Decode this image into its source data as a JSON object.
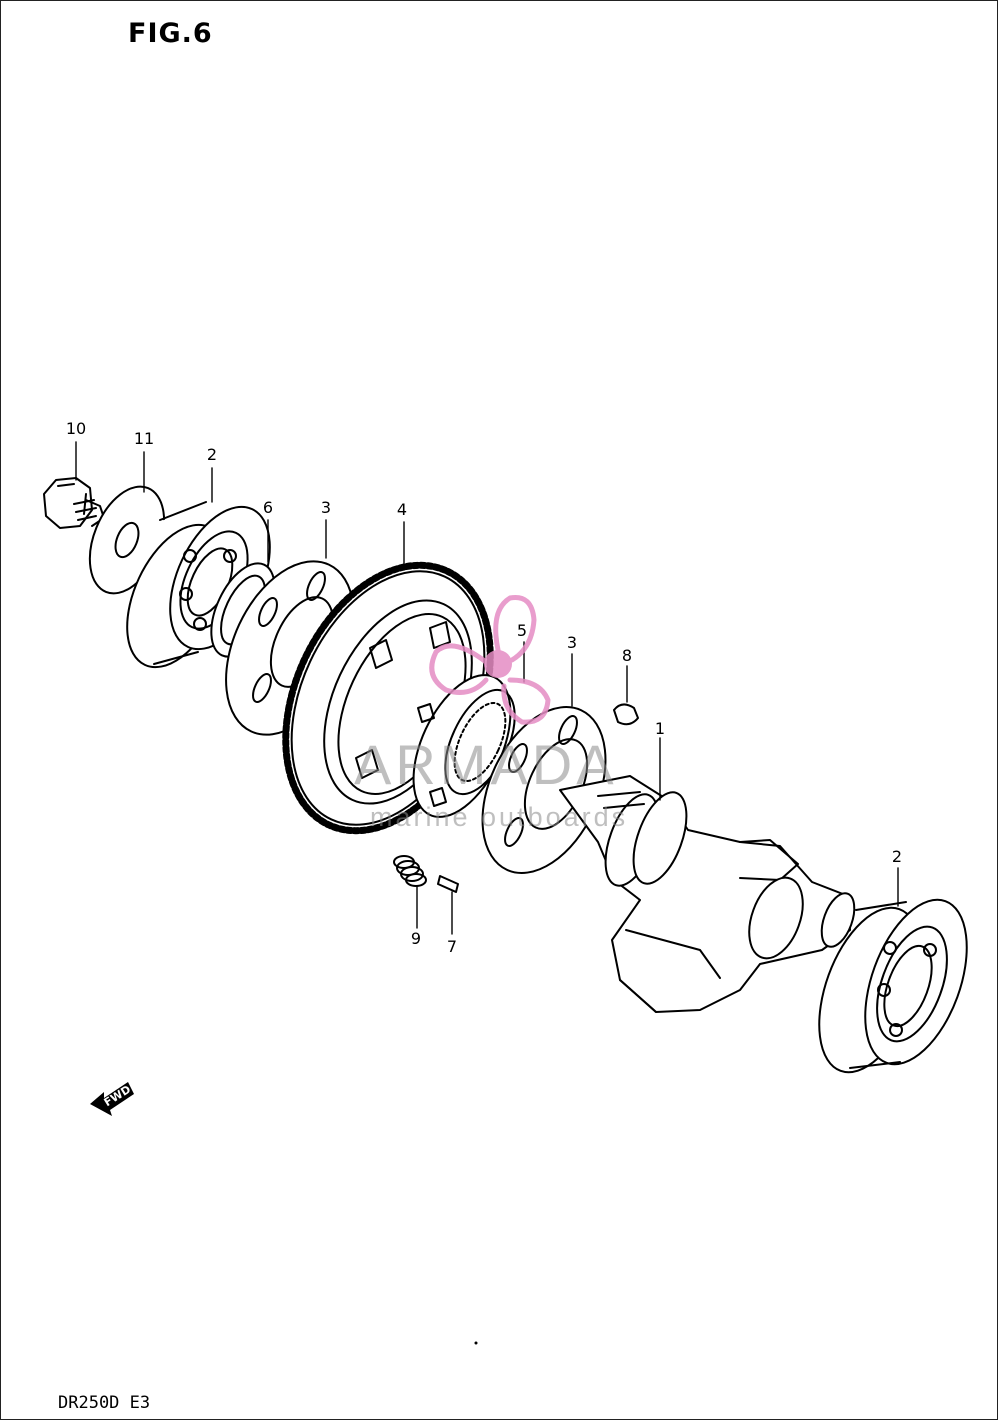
{
  "figure": {
    "title": "FIG.6",
    "model": "DR250D E3"
  },
  "callouts": [
    {
      "id": "c10",
      "label": "10"
    },
    {
      "id": "c11",
      "label": "11"
    },
    {
      "id": "c2a",
      "label": "2"
    },
    {
      "id": "c6",
      "label": "6"
    },
    {
      "id": "c3a",
      "label": "3"
    },
    {
      "id": "c4",
      "label": "4"
    },
    {
      "id": "c5",
      "label": "5"
    },
    {
      "id": "c3b",
      "label": "3"
    },
    {
      "id": "c8",
      "label": "8"
    },
    {
      "id": "c1",
      "label": "1"
    },
    {
      "id": "c2b",
      "label": "2"
    },
    {
      "id": "c9",
      "label": "9"
    },
    {
      "id": "c7",
      "label": "7"
    }
  ],
  "direction_marker": "FWD",
  "watermark": {
    "main": "ARMADA",
    "sub": "marine outboards",
    "logo_color": "#e58cc4",
    "text_color": "#8a8a8a"
  }
}
